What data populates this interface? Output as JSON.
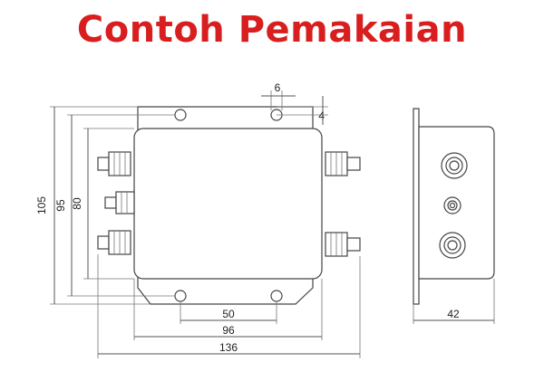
{
  "title": "Contoh Pemakaian",
  "dimensions": {
    "hole_diameter": "6",
    "hole_offset": "4",
    "height_overall": "105",
    "height_mid": "95",
    "height_body": "80",
    "hole_spacing": "50",
    "body_width": "96",
    "overall_width": "136",
    "side_depth": "42"
  },
  "colors": {
    "title": "#d81e1e",
    "lines": "#555555"
  }
}
